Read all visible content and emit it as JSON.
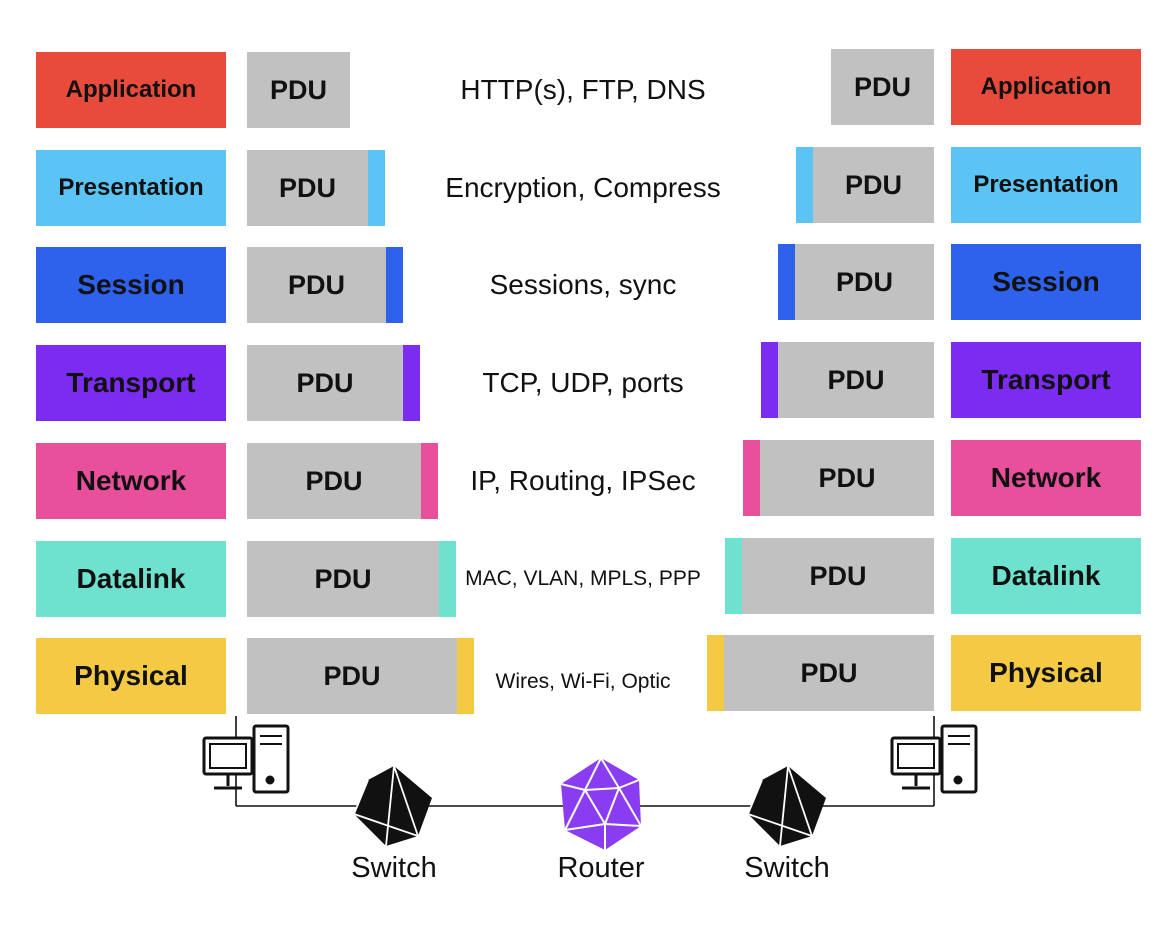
{
  "pdu_label": "PDU",
  "layers": [
    {
      "name": "Application",
      "color": "#e84b3c",
      "protocols": "HTTP(s), FTP, DNS"
    },
    {
      "name": "Presentation",
      "color": "#5bc4f5",
      "protocols": "Encryption, Compress"
    },
    {
      "name": "Session",
      "color": "#2e62ec",
      "protocols": "Sessions, sync"
    },
    {
      "name": "Transport",
      "color": "#7b2cf0",
      "protocols": "TCP, UDP, ports"
    },
    {
      "name": "Network",
      "color": "#e8509c",
      "protocols": "IP, Routing, IPSec"
    },
    {
      "name": "Datalink",
      "color": "#6ee2cf",
      "protocols": "MAC, VLAN, MPLS, PPP"
    },
    {
      "name": "Physical",
      "color": "#f4ca45",
      "protocols": "Wires, Wi-Fi, Optic"
    }
  ],
  "devices": {
    "left_switch": "Switch",
    "router": "Router",
    "right_switch": "Switch"
  },
  "colors": {
    "pdu": "#c1c1c1",
    "router": "#8a3cf0",
    "switch": "#111111"
  },
  "icons": {
    "computer": "computer-icon",
    "switch": "switch-icon",
    "router": "router-icon"
  }
}
